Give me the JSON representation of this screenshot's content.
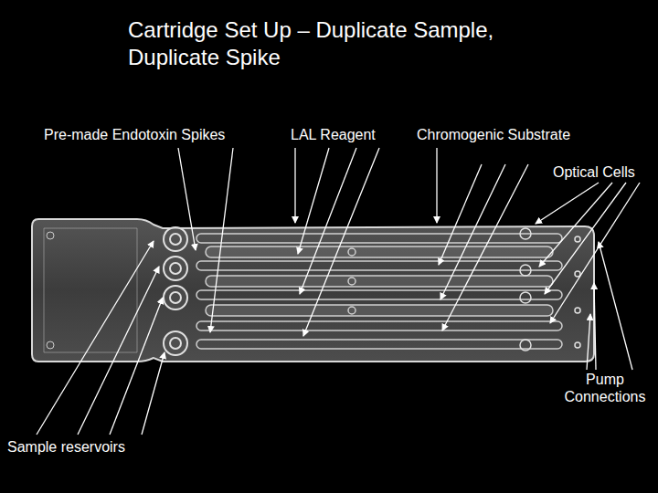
{
  "diagram": {
    "title": "Cartridge Set Up – Duplicate Sample, Duplicate Spike",
    "labels": [
      "Pre-made Endotoxin Spikes",
      "LAL Reagent",
      "Chromogenic Substrate",
      "Optical Cells",
      "Pump Connections",
      "Sample reservoirs"
    ]
  }
}
